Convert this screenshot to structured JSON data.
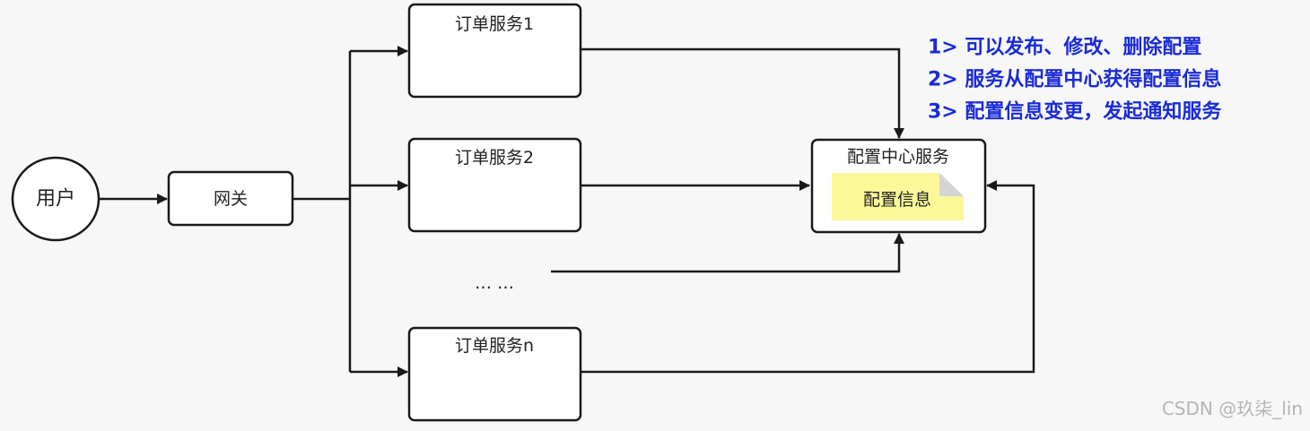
{
  "colors": {
    "stroke": "#1a1a1a",
    "node_fill": "#ffffff",
    "sticky_fill": "#fbf89a",
    "sticky_fold": "#d4d4d4",
    "note_text": "#1a2bd6",
    "watermark": "#b5b5b5"
  },
  "nodes": {
    "user": "用户",
    "gateway": "网关",
    "order1": "订单服务1",
    "order2": "订单服务2",
    "ellipsis": "… …",
    "orderN": "订单服务n",
    "config_center": "配置中心服务",
    "config_info": "配置信息"
  },
  "notes": [
    "1> 可以发布、修改、删除配置",
    "2> 服务从配置中心获得配置信息",
    "3> 配置信息变更，发起通知服务"
  ],
  "watermark": "CSDN @玖柒_lin"
}
